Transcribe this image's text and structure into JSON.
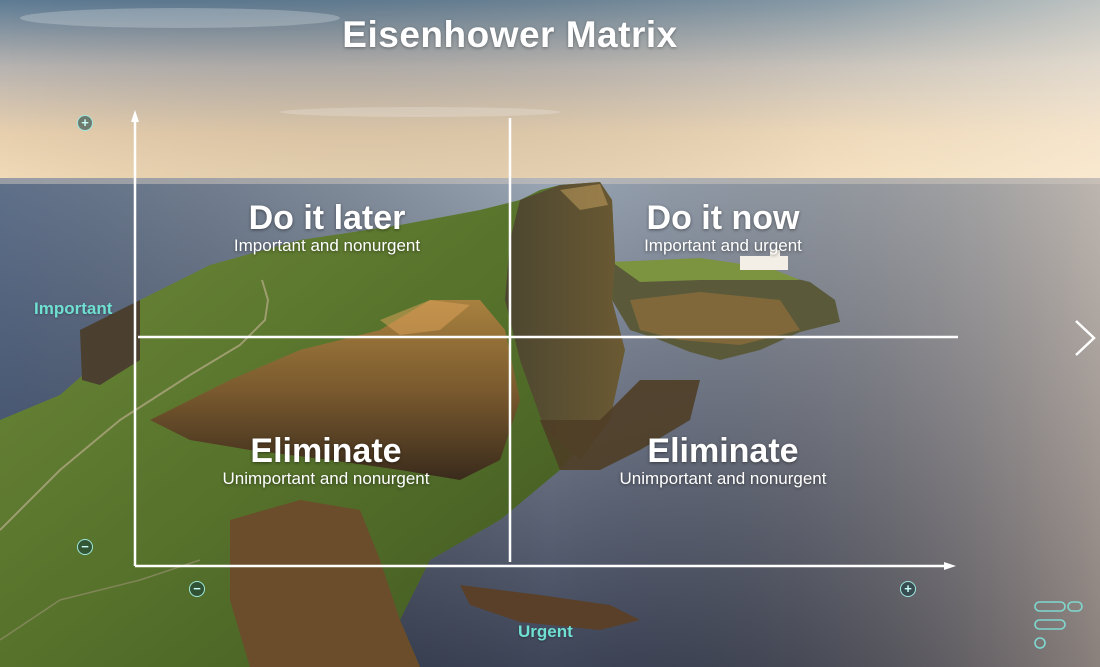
{
  "slide": {
    "title": "Eisenhower Matrix",
    "x_axis_label": "Urgent",
    "y_axis_label": "Important"
  },
  "quadrants": [
    {
      "id": "top-left",
      "title": "Do it later",
      "subtitle": "Important and nonurgent"
    },
    {
      "id": "top-right",
      "title": "Do it now",
      "subtitle": "Important and urgent"
    },
    {
      "id": "bottom-left",
      "title": "Eliminate",
      "subtitle": "Unimportant and nonurgent"
    },
    {
      "id": "bottom-right",
      "title": "Eliminate",
      "subtitle": "Unimportant and nonurgent"
    }
  ],
  "controls": {
    "zoom_in": "+",
    "zoom_out": "−"
  },
  "colors": {
    "axis_label": "#6fe0d2",
    "text": "#ffffff",
    "lines": "#ffffff"
  },
  "icons": [
    "plus-icon",
    "minus-icon",
    "chevron-right-icon",
    "slide-nav-icon"
  ]
}
